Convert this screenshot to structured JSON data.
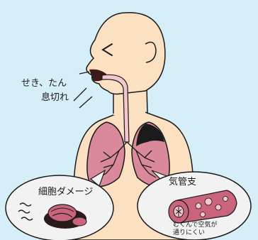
{
  "labels": {
    "symptom_line1": "せき、たん",
    "symptom_line2": "息切れ",
    "cell_damage": "細胞ダメージ",
    "bronchus": "気管支",
    "bronchus_note_line1": "むくんで空気が",
    "bronchus_note_line2": "通りにくい"
  },
  "colors": {
    "background": "#d6eef8",
    "skin": "#fbe0c2",
    "lung": "#d9899b",
    "lung_dark": "#1a1a1a",
    "trachea": "#f4c7d0",
    "bubble": "#f2f2f2",
    "bronchus_tissue": "#c9647c"
  }
}
